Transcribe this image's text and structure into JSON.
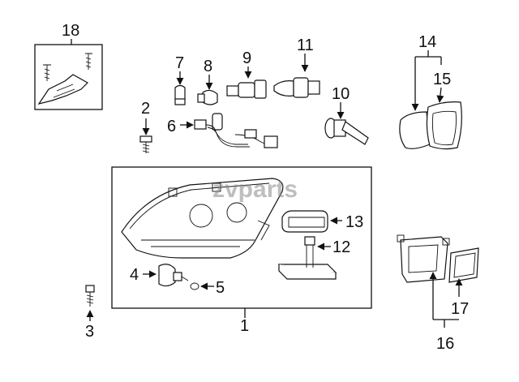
{
  "watermark": "zvparts",
  "callouts": {
    "c1": "1",
    "c2": "2",
    "c3": "3",
    "c4": "4",
    "c5": "5",
    "c6": "6",
    "c7": "7",
    "c8": "8",
    "c9": "9",
    "c10": "10",
    "c11": "11",
    "c12": "12",
    "c13": "13",
    "c14": "14",
    "c15": "15",
    "c16": "16",
    "c17": "17",
    "c18": "18"
  }
}
